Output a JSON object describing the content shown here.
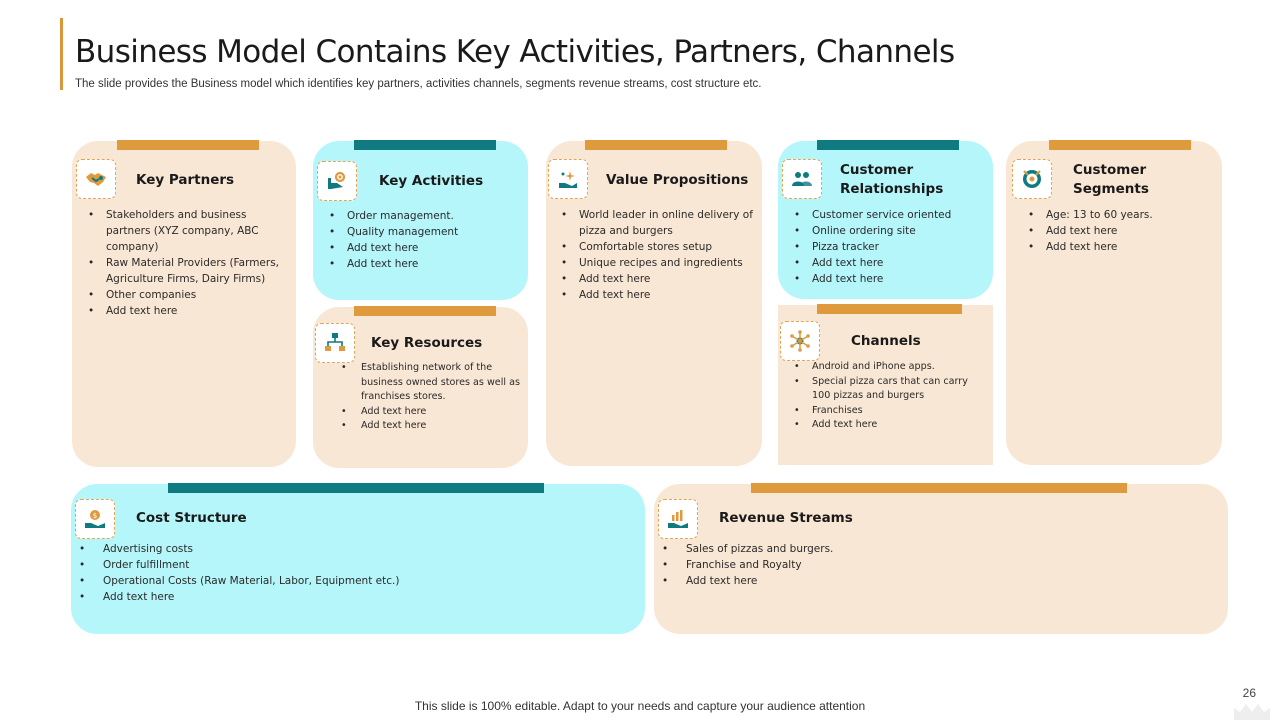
{
  "header": {
    "title": "Business Model Contains Key Activities, Partners, Channels",
    "subtitle": "The slide provides the Business model which identifies key partners, activities channels, segments revenue streams, cost structure etc."
  },
  "cards": {
    "key_partners": {
      "title": "Key Partners",
      "icon": "handshake-icon",
      "items": [
        "Stakeholders and business partners (XYZ company, ABC company)",
        "Raw Material Providers (Farmers, Agriculture Firms, Dairy Firms)",
        "Other companies",
        "Add text here"
      ]
    },
    "key_activities": {
      "title": "Key Activities",
      "icon": "gear-hand-icon",
      "items": [
        "Order management.",
        "Quality management",
        "Add text here",
        "Add text here"
      ]
    },
    "key_resources": {
      "title": "Key Resources",
      "icon": "network-flow-icon",
      "items": [
        "Establishing network of the business owned stores as well as franchises stores.",
        "Add text here",
        "Add text here"
      ]
    },
    "value_propositions": {
      "title": "Value Propositions",
      "icon": "sparkle-hand-icon",
      "items": [
        "World leader in online delivery of pizza and burgers",
        "Comfortable stores setup",
        "Unique recipes and ingredients",
        "Add text here",
        "Add text here"
      ]
    },
    "customer_relationships": {
      "title": "Customer Relationships",
      "icon": "people-icon",
      "items": [
        "Customer service oriented",
        "Online ordering site",
        "Pizza tracker",
        "Add text here",
        "Add text here"
      ]
    },
    "channels": {
      "title": "Channels",
      "icon": "hub-network-icon",
      "items": [
        "Android and iPhone apps.",
        "Special pizza cars that can carry 100 pizzas and burgers",
        "Franchises",
        "Add text here"
      ]
    },
    "customer_segments": {
      "title": "Customer Segments",
      "icon": "target-segment-icon",
      "items": [
        "Age: 13 to 60 years.",
        "Add text here",
        "Add text here"
      ]
    },
    "cost_structure": {
      "title": "Cost Structure",
      "icon": "money-hand-icon",
      "items": [
        "Advertising costs",
        "Order fulfillment",
        "Operational Costs (Raw Material, Labor, Equipment etc.)",
        "Add text here"
      ]
    },
    "revenue_streams": {
      "title": "Revenue Streams",
      "icon": "revenue-chart-icon",
      "items": [
        "Sales of pizzas and burgers.",
        "Franchise and Royalty",
        "Add text here"
      ]
    }
  },
  "footer": {
    "note": "This slide is 100% editable. Adapt to your needs and capture your audience attention",
    "page_number": "26"
  },
  "colors": {
    "peach": "#f9e7d5",
    "cyan": "#b5f6fb",
    "orange_accent": "#e09a3e",
    "teal_accent": "#0f7b80"
  }
}
